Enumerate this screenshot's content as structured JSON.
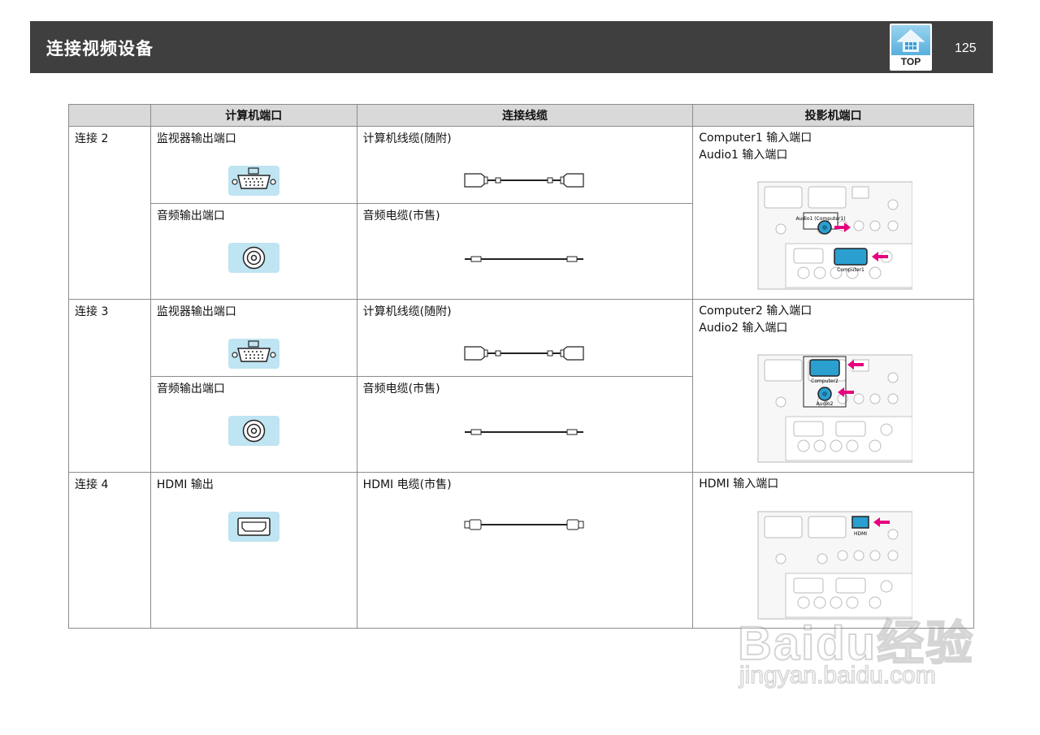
{
  "header": {
    "title": "连接视频设备",
    "top_button": "TOP",
    "page_number": "125"
  },
  "table": {
    "headers": [
      "",
      "计算机端口",
      "连接线缆",
      "投影机端口"
    ],
    "connection2": {
      "label": "连接 2",
      "video": {
        "computer_port": "监视器输出端口",
        "cable": "计算机线缆(随附)"
      },
      "audio": {
        "computer_port": "音频输出端口",
        "cable": "音频电缆(市售)"
      },
      "projector_port_lines": [
        "Computer1  输入端口",
        "Audio1  输入端口"
      ],
      "panel_labels": {
        "audio": "Audio1 (Computer1)",
        "computer": "Computer1"
      }
    },
    "connection3": {
      "label": "连接 3",
      "video": {
        "computer_port": "监视器输出端口",
        "cable": "计算机线缆(随附)"
      },
      "audio": {
        "computer_port": "音频输出端口",
        "cable": "音频电缆(市售)"
      },
      "projector_port_lines": [
        "Computer2  输入端口",
        "Audio2  输入端口"
      ],
      "panel_labels": {
        "computer": "Computer2",
        "audio": "Audio2"
      }
    },
    "connection4": {
      "label": "连接 4",
      "computer_port": "HDMI  输出",
      "cable": "HDMI  电缆(市售)",
      "projector_port": "HDMI  输入端口",
      "panel_labels": {
        "hdmi": "HDMI"
      }
    }
  },
  "icons": {
    "vga": "vga-port-icon",
    "audio": "audio-port-icon",
    "hdmi": "hdmi-port-icon",
    "arrow": "pink-arrow-icon"
  },
  "colors": {
    "header_bg": "#3f3f3f",
    "icon_bg": "#bfe4f2",
    "highlight_port": "#2a9fd0",
    "arrow": "#e6007e",
    "table_header_bg": "#d9d9d9"
  },
  "watermark": {
    "line1": "Baidu经验",
    "line2": "jingyan.baidu.com"
  }
}
